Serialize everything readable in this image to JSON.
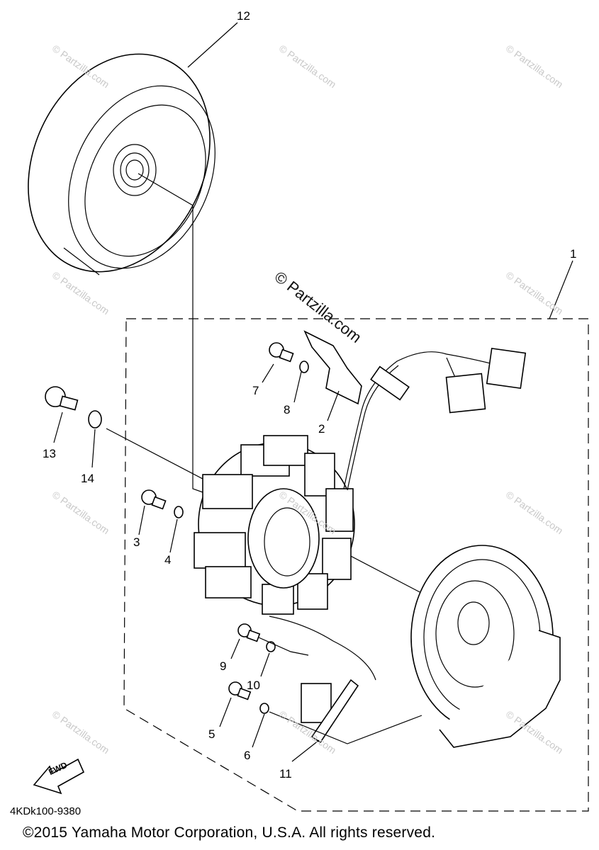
{
  "labels": {
    "p1": "1",
    "p2": "2",
    "p3": "3",
    "p4": "4",
    "p5": "5",
    "p6": "6",
    "p7": "7",
    "p8": "8",
    "p9": "9",
    "p10": "10",
    "p11": "11",
    "p12": "12",
    "p13": "13",
    "p14": "14"
  },
  "fwd_label": "FWD",
  "diagram_code": "4KDk100-9380",
  "copyright": "©2015 Yamaha Motor Corporation, U.S.A. All rights reserved.",
  "watermark": "© Partzilla.com"
}
